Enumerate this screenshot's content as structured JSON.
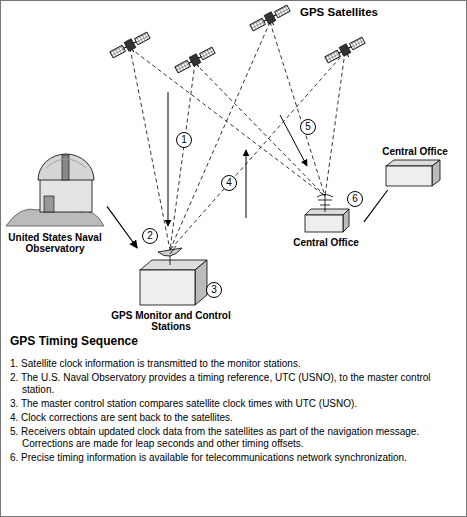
{
  "diagram": {
    "title": "GPS Timing Sequence",
    "nodes": [
      {
        "text": [
          "United States Naval Observatory"
        ]
      },
      {
        "text": [
          "GPS Monitor and Control Stations"
        ]
      },
      {
        "text": [
          "Central Office"
        ]
      },
      {
        "text": [
          "Central Office"
        ]
      }
    ],
    "edges": [
      {
        "from": 0,
        "to": 1,
        "arrow": "to"
      },
      {
        "from": 2,
        "to": 3,
        "arrow": "none"
      }
    ],
    "labels": [
      "GPS Satellites",
      "1",
      "2",
      "3",
      "4",
      "5",
      "6",
      "1. Satellite clock information is transmitted to the monitor stations.",
      "2. The U.S. Naval Observatory provides a timing reference, UTC (USNO), to the master control station.",
      "3. The master control station compares satellite clock times with UTC (USNO).",
      "4. Clock corrections are sent back to the satellites.",
      "5. Receivers obtain updated clock data from the satellites as part of the navigation message. Corrections are made for leap seconds and other timing offsets.",
      "6. Precise timing information is available for telecommunications network synchronization."
    ]
  }
}
